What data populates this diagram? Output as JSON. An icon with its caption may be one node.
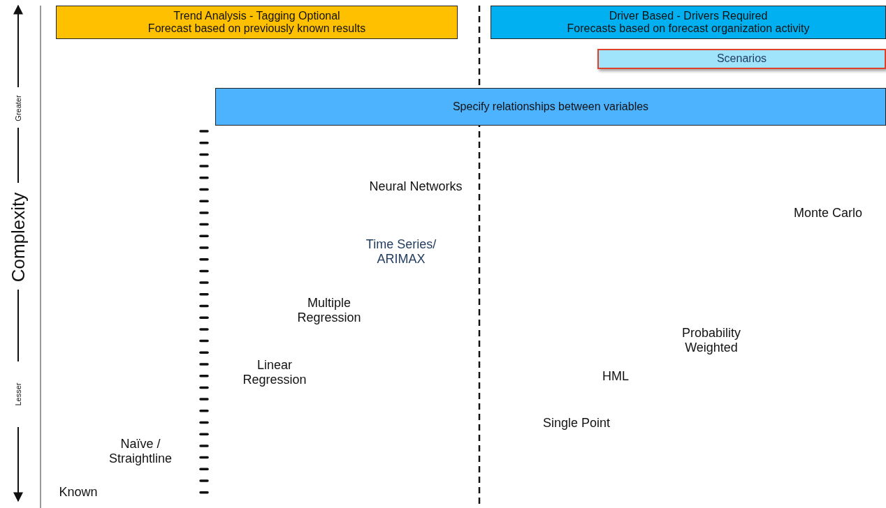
{
  "diagram": {
    "nodes": [
      {
        "text": [
          "Trend Analysis - Tagging Optional",
          "Forecast based on previously known results"
        ]
      },
      {
        "text": [
          "Driver Based - Drivers Required",
          "Forecasts based on forecast organization activity"
        ]
      },
      {
        "text": [
          "Scenarios"
        ]
      },
      {
        "text": [
          "Specify relationships between variables"
        ]
      }
    ],
    "labels": [
      "Greater",
      "Neural Networks",
      "Monte Carlo",
      "Complexity",
      "Time Series/ ARIMAX",
      "Multiple Regression",
      "Probability Weighted",
      "Linear Regression",
      "HML",
      "Lesser",
      "Single Point",
      "Naïve / Straightline",
      "Known"
    ]
  }
}
